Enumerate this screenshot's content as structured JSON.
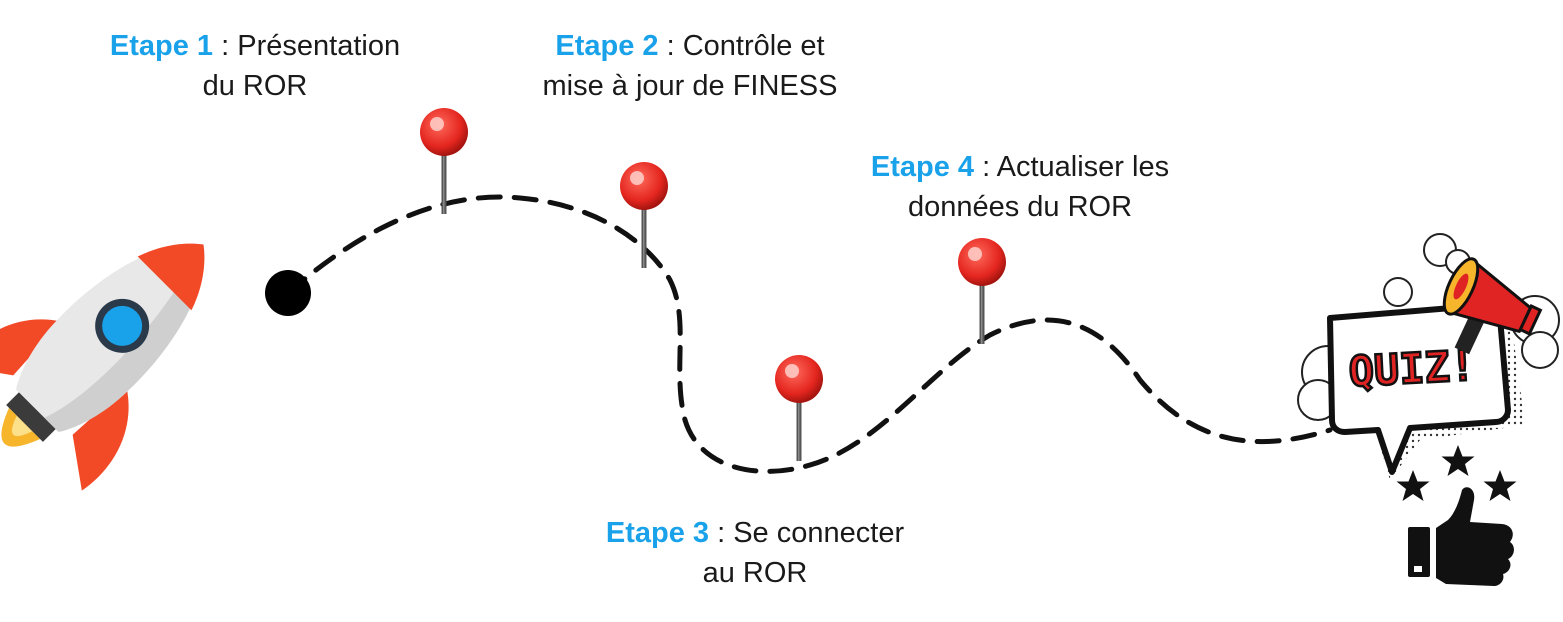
{
  "steps": [
    {
      "heading": "Etape 1",
      "sep": " : ",
      "line1": "Présentation",
      "line2": "du ROR"
    },
    {
      "heading": "Etape 2",
      "sep": " : ",
      "line1": "Contrôle et",
      "line2": "mise à jour de FINESS"
    },
    {
      "heading": "Etape 3",
      "sep": " : ",
      "line1": "Se connecter",
      "line2": "au ROR"
    },
    {
      "heading": "Etape 4",
      "sep": " : ",
      "line1": "Actualiser les",
      "line2": "données du ROR"
    }
  ],
  "quiz": {
    "label": "QUIZ!"
  },
  "icons": [
    "rocket-icon",
    "map-pin-icon",
    "megaphone-icon",
    "speech-bubble-icon",
    "star-icon",
    "thumbs-up-icon"
  ],
  "colors": {
    "accent": "#19a2ea",
    "pin": "#e4261f",
    "rocket_body": "#e8e8e8",
    "rocket_fin": "#f24a27",
    "rocket_window": "#19a2ea",
    "flame": "#f7b52c"
  }
}
